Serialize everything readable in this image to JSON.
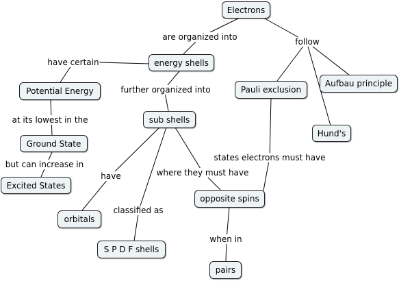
{
  "colors": {
    "background": "#ffffff",
    "node_fill": "#eef3f5",
    "node_border": "#222222",
    "line": "#000000",
    "text": "#000000"
  },
  "concept_map": {
    "nodes": {
      "electrons": "Electrons",
      "energy_shells": "energy shells",
      "potential_energy": "Potential Energy",
      "ground_state": "Ground State",
      "excited_states": "Excited States",
      "sub_shells": "sub shells",
      "orbitals": "orbitals",
      "spdf_shells": "S P D F shells",
      "opposite_spins": "opposite spins",
      "pairs": "pairs",
      "pauli_exclusion": "Pauli exclusion",
      "aufbau_principle": "Aufbau principle",
      "hunds": "Hund's"
    },
    "links": {
      "are_organized_into": "are organized into",
      "follow": "follow",
      "have_certain": "have certain",
      "further_organized_into": "further organized into",
      "at_its_lowest_in_the": "at its lowest in the",
      "but_can_increase_in": "but can increase in",
      "have": "have",
      "classified_as": "classified as",
      "where_they_must_have": "where they must have",
      "states_electrons_must_have": "states electrons must have",
      "when_in": "when in"
    }
  }
}
